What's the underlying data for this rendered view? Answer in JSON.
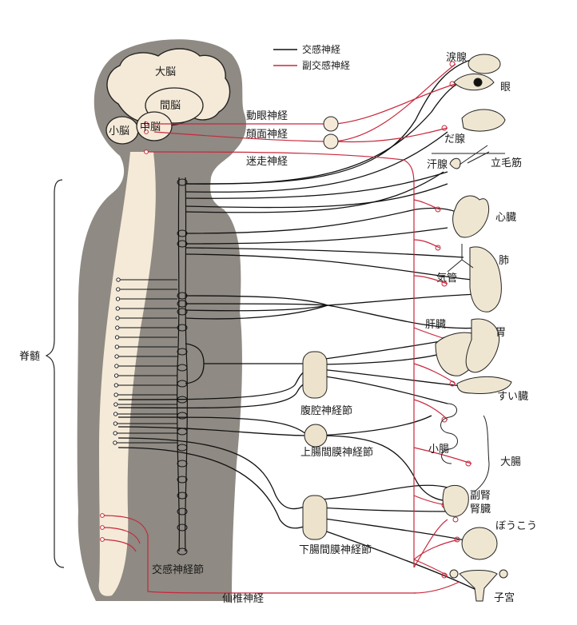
{
  "legend": {
    "sympathetic": "交感神経",
    "parasympathetic": "副交感神経"
  },
  "colors": {
    "body": "#8f8a83",
    "cord": "#f5ead8",
    "brain": "#f5ead8",
    "sympathetic": "#111111",
    "parasympathetic": "#c8283c",
    "organ": "#efe6d2",
    "ganglion_fill": "#ede3cc"
  },
  "brain": {
    "cerebrum": "大脳",
    "diencephalon": "間脳",
    "cerebellum": "小脳",
    "midbrain": "中脳"
  },
  "cranial_nerves": {
    "oculomotor": "動眼神経",
    "facial": "顔面神経",
    "vagus": "迷走神経"
  },
  "spinal": {
    "cord": "脊髄",
    "sympathetic_trunk": "交感神経節",
    "sacral_nerve": "仙椎神経"
  },
  "ganglia": {
    "celiac": "腹腔神経節",
    "superior_mesenteric": "上腸間膜神経節",
    "inferior_mesenteric": "下腸間膜神経節"
  },
  "organs": {
    "lacrimal": "涙腺",
    "eye": "眼",
    "salivary": "だ腺",
    "sweat": "汗腺",
    "arrector": "立毛筋",
    "heart": "心臓",
    "lung": "肺",
    "bronchi": "気管",
    "liver": "肝臓",
    "stomach": "胃",
    "pancreas": "すい臓",
    "small_intestine": "小腸",
    "large_intestine": "大腸",
    "adrenal": "副腎",
    "kidney": "腎臓",
    "bladder": "ぼうこう",
    "uterus": "子宮"
  }
}
